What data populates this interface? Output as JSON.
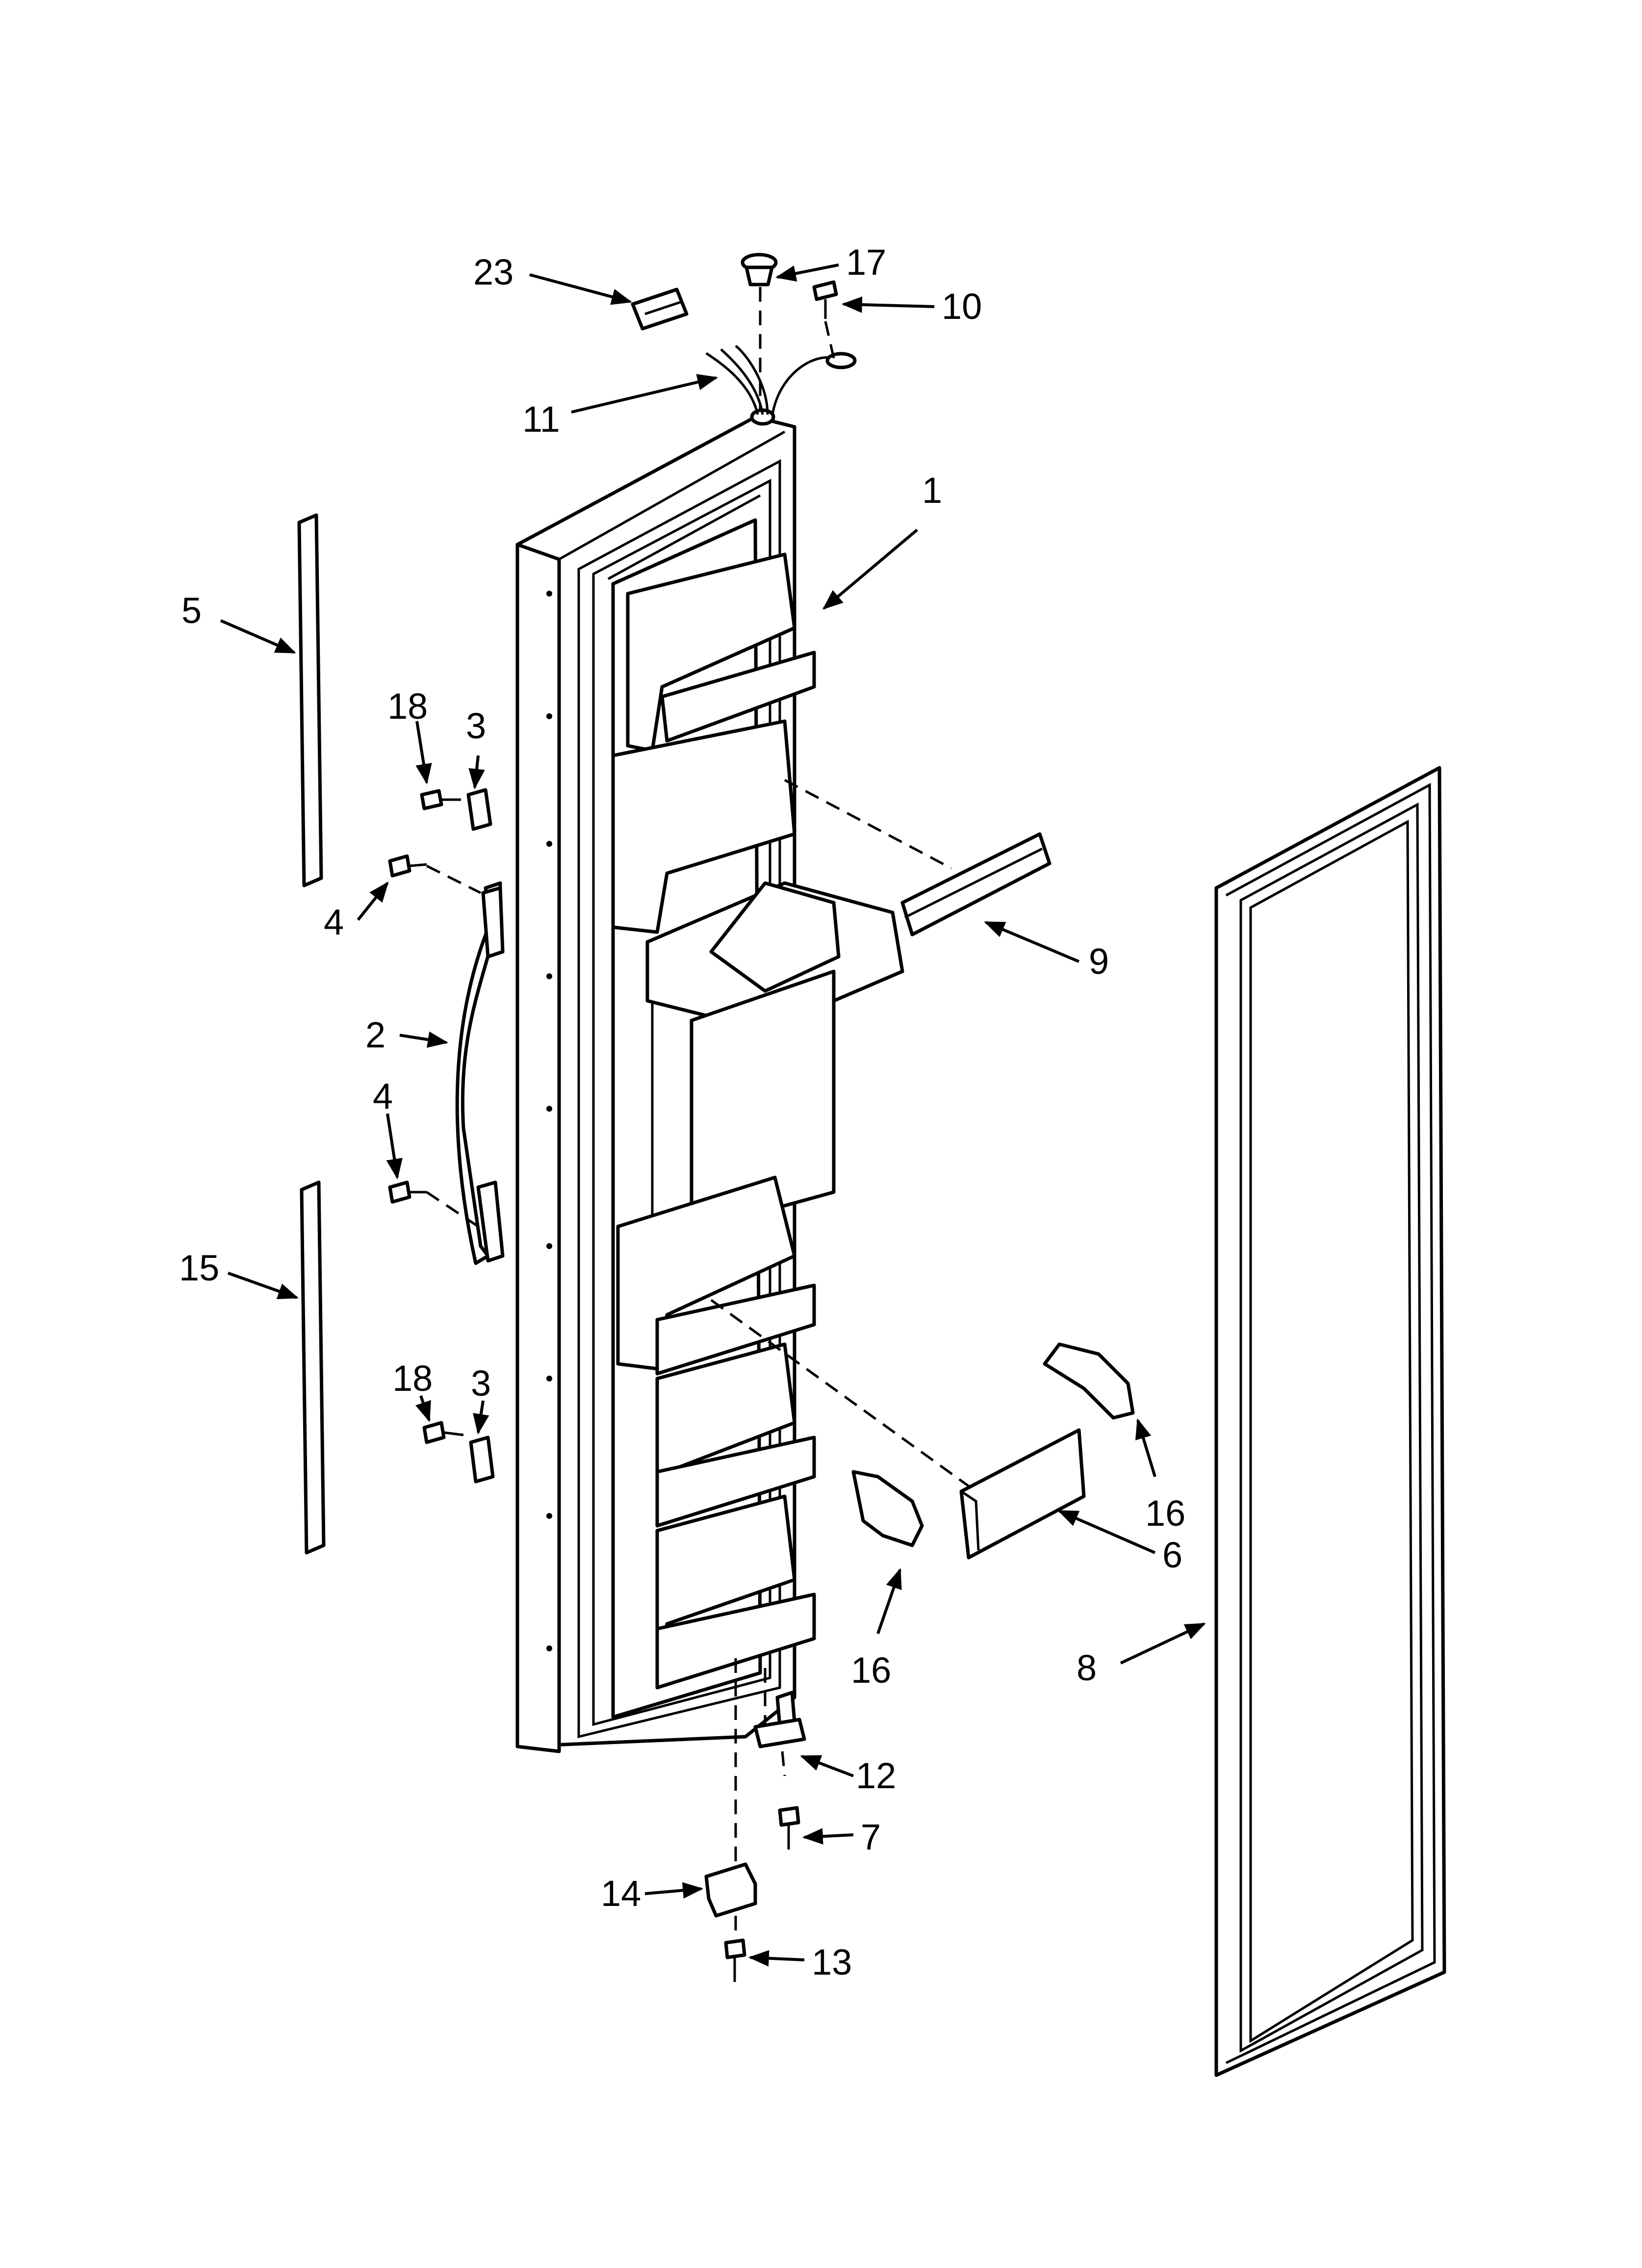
{
  "callouts": [
    {
      "id": "c23",
      "text": "23"
    },
    {
      "id": "c17",
      "text": "17"
    },
    {
      "id": "c10",
      "text": "10"
    },
    {
      "id": "c11",
      "text": "11"
    },
    {
      "id": "c1",
      "text": "1"
    },
    {
      "id": "c5",
      "text": "5"
    },
    {
      "id": "c18a",
      "text": "18"
    },
    {
      "id": "c3a",
      "text": "3"
    },
    {
      "id": "c4a",
      "text": "4"
    },
    {
      "id": "c2",
      "text": "2"
    },
    {
      "id": "c4b",
      "text": "4"
    },
    {
      "id": "c9",
      "text": "9"
    },
    {
      "id": "c15",
      "text": "15"
    },
    {
      "id": "c18b",
      "text": "18"
    },
    {
      "id": "c3b",
      "text": "3"
    },
    {
      "id": "c16a",
      "text": "16"
    },
    {
      "id": "c6",
      "text": "6"
    },
    {
      "id": "c16b",
      "text": "16"
    },
    {
      "id": "c8",
      "text": "8"
    },
    {
      "id": "c12",
      "text": "12"
    },
    {
      "id": "c7",
      "text": "7"
    },
    {
      "id": "c14",
      "text": "14"
    },
    {
      "id": "c13",
      "text": "13"
    }
  ]
}
